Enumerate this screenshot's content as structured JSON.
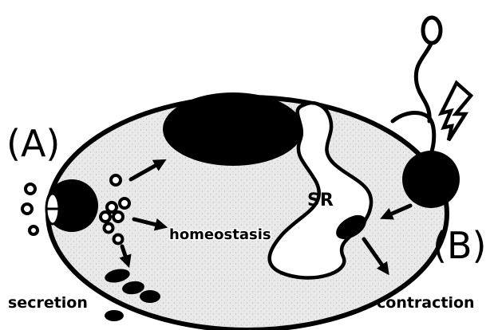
{
  "labels": {
    "a": "(A)",
    "b": "(B)",
    "sr": "SR",
    "homeostasis": "homeostasis",
    "secretion": "secretion",
    "contraction": "contraction"
  },
  "colors": {
    "ink": "#000000",
    "cytoplasm": "#e6e6e6",
    "background": "#ffffff"
  },
  "icons": [
    "neuron-icon",
    "lightning-bolt-icon",
    "arrow-icon",
    "vesicle-icon"
  ]
}
